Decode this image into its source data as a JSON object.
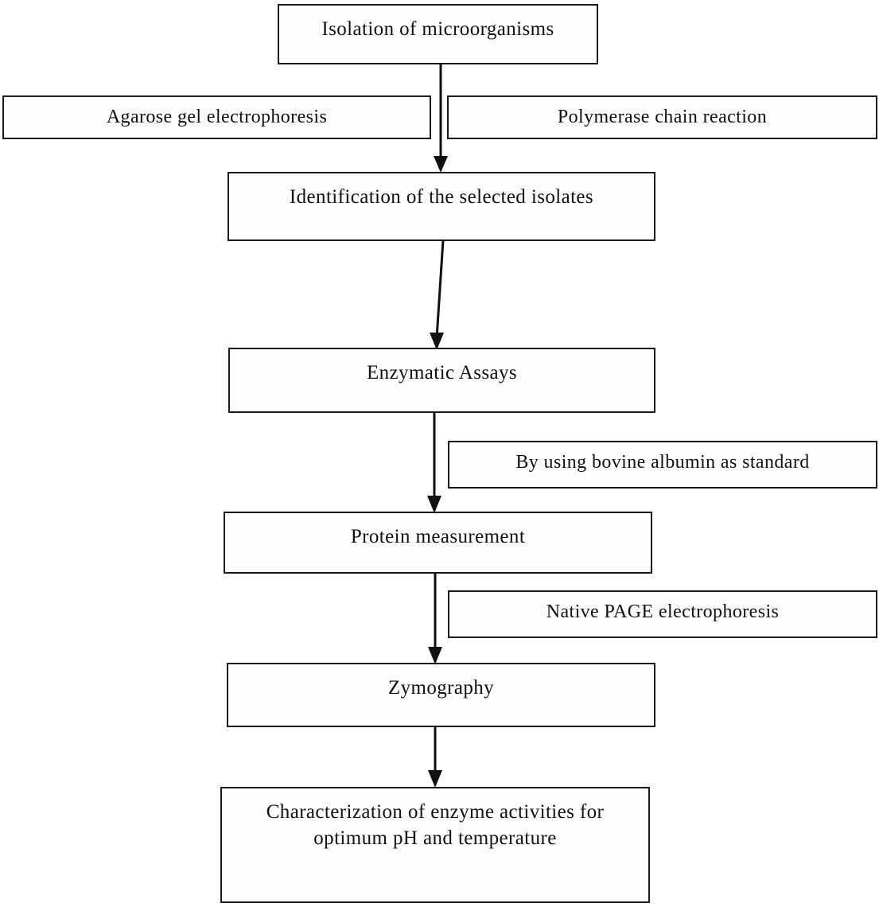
{
  "diagram": {
    "title": "Experimental workflow flowchart",
    "background_color": "#ffffff",
    "line_color": "#111111",
    "box_border_color": "#1a1a1a",
    "nodes": {
      "isolation": "Isolation of microorganisms",
      "agarose": "Agarose gel electrophoresis",
      "pcr": "Polymerase chain reaction",
      "identification": "Identification of the selected isolates",
      "enzymatic_assays": "Enzymatic Assays",
      "bovine_albumin": "By using bovine albumin as standard",
      "protein_measurement": "Protein measurement",
      "native_page": "Native PAGE electrophoresis",
      "zymography": "Zymography",
      "characterization": "Characterization of enzyme activities for\noptimum pH and temperature"
    },
    "connectors": [
      {
        "name": "isolation-to-identification",
        "from": "isolation",
        "to": "identification"
      },
      {
        "name": "identification-to-enzymatic-assays",
        "from": "identification",
        "to": "enzymatic_assays"
      },
      {
        "name": "enzymatic-assays-to-protein-measurement",
        "from": "enzymatic_assays",
        "to": "protein_measurement"
      },
      {
        "name": "protein-measurement-to-zymography",
        "from": "protein_measurement",
        "to": "zymography"
      },
      {
        "name": "zymography-to-characterization",
        "from": "zymography",
        "to": "characterization"
      }
    ]
  }
}
